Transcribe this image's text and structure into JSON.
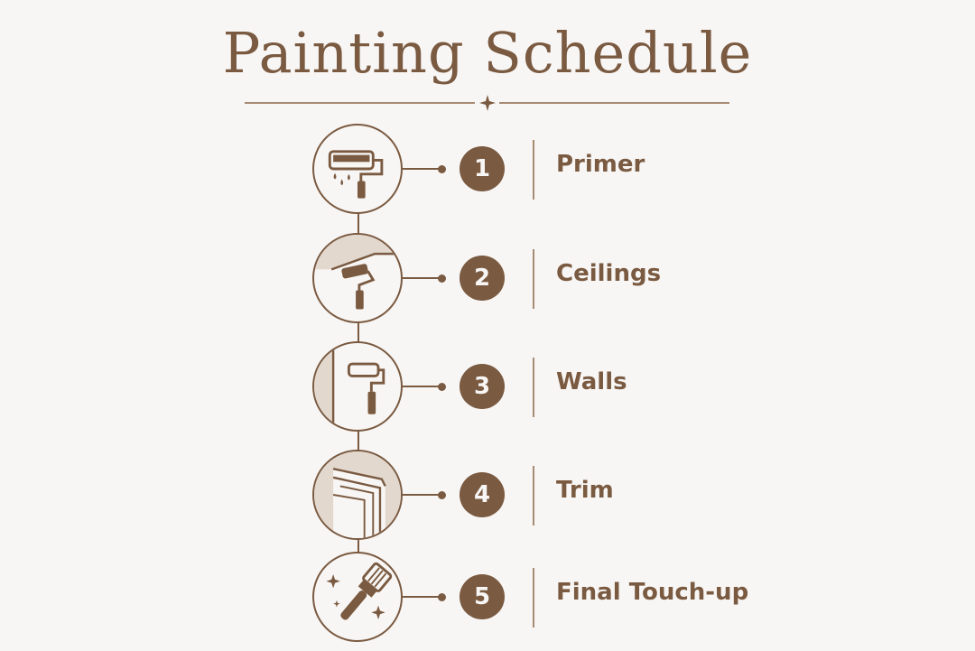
{
  "title": "Painting Schedule",
  "colors": {
    "accent": "#7a5a41",
    "background": "#f8f6f4",
    "muted": "#a68a73",
    "fill": "#e2d8ce"
  },
  "steps": [
    {
      "number": "1",
      "label": "Primer",
      "icon": "paint-roller-drip-icon"
    },
    {
      "number": "2",
      "label": "Ceilings",
      "icon": "ceiling-roller-icon"
    },
    {
      "number": "3",
      "label": "Walls",
      "icon": "wall-roller-icon"
    },
    {
      "number": "4",
      "label": "Trim",
      "icon": "trim-molding-icon"
    },
    {
      "number": "5",
      "label": "Final Touch-up",
      "icon": "paintbrush-sparkle-icon"
    }
  ]
}
